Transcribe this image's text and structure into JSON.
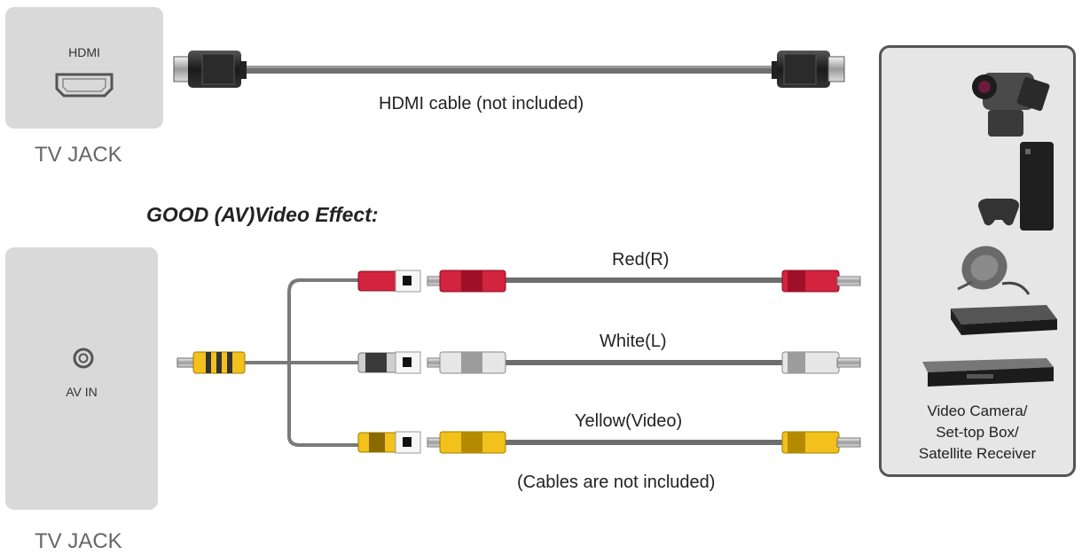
{
  "hdmi_jack": {
    "port_label": "HDMI",
    "caption": "TV JACK"
  },
  "hdmi_cable": {
    "label": "HDMI cable (not included)"
  },
  "av_section": {
    "heading": "GOOD (AV)Video Effect:"
  },
  "av_jack": {
    "port_label": "AV IN",
    "caption": "TV JACK"
  },
  "rca_cables": [
    {
      "label": "Red(R)",
      "color": "#d2233f"
    },
    {
      "label": "White(L)",
      "color": "#e2e2e2"
    },
    {
      "label": "Yellow(Video)",
      "color": "#f3c11b"
    }
  ],
  "cables_note": "(Cables are not included)",
  "devices": {
    "lines": [
      "Video Camera/",
      "Set-top Box/",
      "Satellite Receiver"
    ],
    "icons": [
      "video-camera-icon",
      "game-console-icon",
      "satellite-dish-icon",
      "set-top-box-icon",
      "dvd-player-icon"
    ]
  }
}
